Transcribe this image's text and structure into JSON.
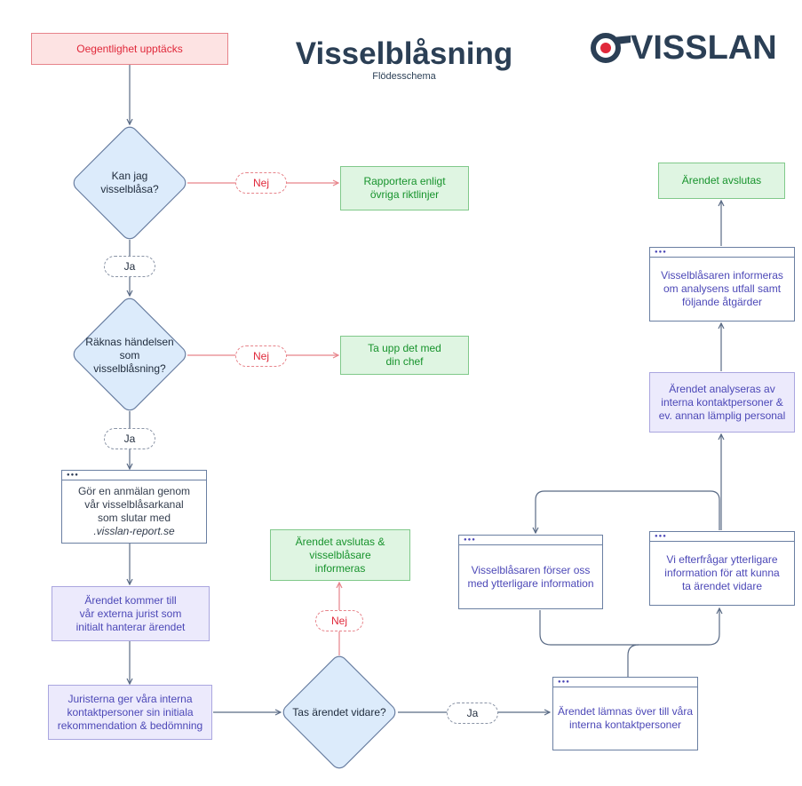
{
  "header": {
    "title": "Visselblåsning",
    "subtitle": "Flödesschema",
    "logo_text": "VISSLAN",
    "logo_accent": "#e0283a"
  },
  "colors": {
    "red": "#e0283a",
    "green": "#17932c",
    "purple": "#4c48b7",
    "navy": "#2b3f55",
    "connector": "#596a85",
    "no_connector": "#e7838a"
  },
  "nodes": {
    "start": [
      "Oegentlighet upptäcks"
    ],
    "decision_whistle": [
      "Kan jag",
      "visselblåsa?"
    ],
    "other_guidelines": [
      "Rapportera enligt",
      "övriga riktlinjer"
    ],
    "decision_counts": [
      "Räknas händelsen",
      "som",
      "visselblåsning?"
    ],
    "talk_boss": [
      "Ta upp det med",
      "din chef"
    ],
    "report": [
      "Gör en anmälan genom",
      "vår visselblåsarkanal",
      "som slutar med",
      ".visslan-report.se"
    ],
    "external_lawyer": [
      "Ärendet kommer till",
      "vår externa jurist som",
      "initialt hanterar ärendet"
    ],
    "lawyers_recommend": [
      "Juristerna ger våra interna",
      "kontaktpersoner sin initiala",
      "rekommendation & bedömning"
    ],
    "decision_proceed": [
      "Tas ärendet vidare?"
    ],
    "closed_informed": [
      "Ärendet avslutas &",
      "visselblåsare",
      "informeras"
    ],
    "handed_over": [
      "Ärendet lämnas över till våra",
      "interna kontaktpersoner"
    ],
    "whistle_provides": [
      "Visselblåsaren förser oss",
      "med ytterligare information"
    ],
    "request_info": [
      "Vi efterfrågar ytterligare",
      "information för att kunna",
      "ta ärendet vidare"
    ],
    "analysed": [
      "Ärendet analyseras av",
      "interna kontaktpersoner &",
      "ev. annan lämplig personal"
    ],
    "informed_outcome": [
      "Visselblåsaren informeras",
      "om analysens utfall samt",
      "följande åtgärder"
    ],
    "closed": [
      "Ärendet avslutas"
    ]
  },
  "labels": {
    "no": "Nej",
    "yes": "Ja"
  }
}
